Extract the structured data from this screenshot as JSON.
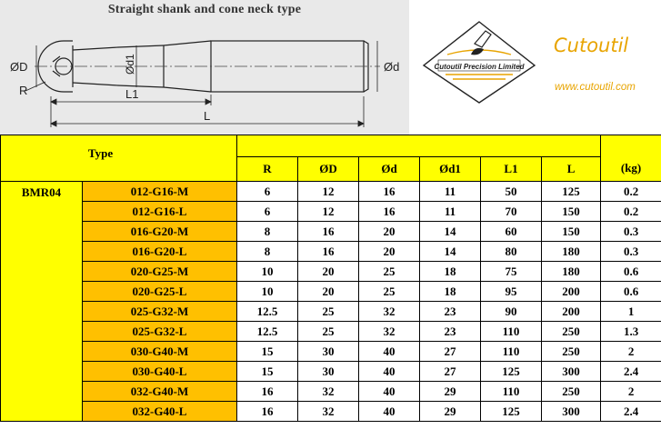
{
  "drawing": {
    "title": "Straight shank and cone neck type",
    "labels": {
      "D": "ØD",
      "d1": "Ød1",
      "d": "Ød",
      "R": "R",
      "L1": "L1",
      "L": "L"
    }
  },
  "logo": {
    "ring_text": "Cutoutil Precision Limited"
  },
  "brand": {
    "name": "Cutoutil",
    "website": "www.cutoutil.com"
  },
  "colors": {
    "yellow": "#ffff00",
    "orange": "#ffc000",
    "brand": "#e8a400"
  },
  "table": {
    "type_header": "Type",
    "columns": [
      "R",
      "ØD",
      "Ød",
      "Ød1",
      "L1",
      "L",
      "(kg)"
    ],
    "series": "BMR04",
    "rows": [
      {
        "model": "012-G16-M",
        "R": "6",
        "D": "12",
        "d": "16",
        "d1": "11",
        "L1": "50",
        "L": "125",
        "kg": "0.2"
      },
      {
        "model": "012-G16-L",
        "R": "6",
        "D": "12",
        "d": "16",
        "d1": "11",
        "L1": "70",
        "L": "150",
        "kg": "0.2"
      },
      {
        "model": "016-G20-M",
        "R": "8",
        "D": "16",
        "d": "20",
        "d1": "14",
        "L1": "60",
        "L": "150",
        "kg": "0.3"
      },
      {
        "model": "016-G20-L",
        "R": "8",
        "D": "16",
        "d": "20",
        "d1": "14",
        "L1": "80",
        "L": "180",
        "kg": "0.3"
      },
      {
        "model": "020-G25-M",
        "R": "10",
        "D": "20",
        "d": "25",
        "d1": "18",
        "L1": "75",
        "L": "180",
        "kg": "0.6"
      },
      {
        "model": "020-G25-L",
        "R": "10",
        "D": "20",
        "d": "25",
        "d1": "18",
        "L1": "95",
        "L": "200",
        "kg": "0.6"
      },
      {
        "model": "025-G32-M",
        "R": "12.5",
        "D": "25",
        "d": "32",
        "d1": "23",
        "L1": "90",
        "L": "200",
        "kg": "1"
      },
      {
        "model": "025-G32-L",
        "R": "12.5",
        "D": "25",
        "d": "32",
        "d1": "23",
        "L1": "110",
        "L": "250",
        "kg": "1.3"
      },
      {
        "model": "030-G40-M",
        "R": "15",
        "D": "30",
        "d": "40",
        "d1": "27",
        "L1": "110",
        "L": "250",
        "kg": "2"
      },
      {
        "model": "030-G40-L",
        "R": "15",
        "D": "30",
        "d": "40",
        "d1": "27",
        "L1": "125",
        "L": "300",
        "kg": "2.4"
      },
      {
        "model": "032-G40-M",
        "R": "16",
        "D": "32",
        "d": "40",
        "d1": "29",
        "L1": "110",
        "L": "250",
        "kg": "2"
      },
      {
        "model": "032-G40-L",
        "R": "16",
        "D": "32",
        "d": "40",
        "d1": "29",
        "L1": "125",
        "L": "300",
        "kg": "2.4"
      }
    ]
  }
}
